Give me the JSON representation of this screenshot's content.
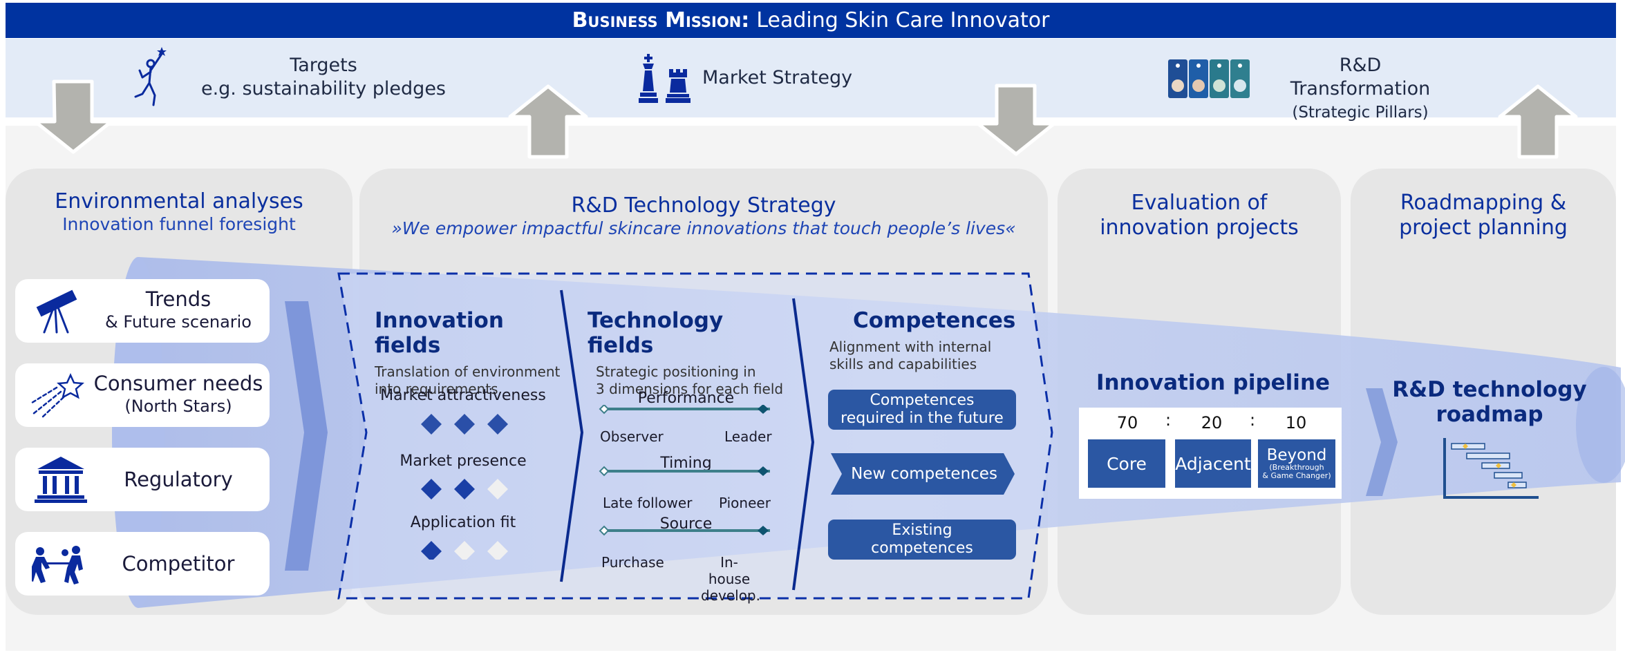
{
  "banner": {
    "title_strong": "Business Mission:",
    "title_rest": "Leading Skin Care Innovator"
  },
  "top": {
    "targets_line1": "Targets",
    "targets_line2": "e.g. sustainability pledges",
    "market_strategy": "Market Strategy",
    "rd_transformation": "R&D Transformation",
    "rd_transformation_sub": "(Strategic Pillars)"
  },
  "panels": {
    "env": {
      "title": "Environmental analyses",
      "subtitle": "Innovation funnel foresight"
    },
    "strategy": {
      "title": "R&D Technology Strategy",
      "quote": "»We empower impactful skincare innovations that touch people’s lives«"
    },
    "evaluation": {
      "title_line1": "Evaluation of",
      "title_line2": "innovation projects"
    },
    "roadmapping": {
      "title_line1": "Roadmapping &",
      "title_line2": "project planning"
    }
  },
  "env_cards": [
    {
      "label": "Trends",
      "sub": "& Future scenario",
      "icon": "telescope-icon"
    },
    {
      "label": "Consumer needs",
      "sub": "(North Stars)",
      "icon": "shooting-star-icon"
    },
    {
      "label": "Regulatory",
      "sub": "",
      "icon": "courthouse-icon"
    },
    {
      "label": "Competitor",
      "sub": "",
      "icon": "tug-of-war-icon"
    }
  ],
  "innovation_fields": {
    "title": "Innovation fields",
    "sub1": "Translation of environment",
    "sub2": "into requirements",
    "ratings": [
      {
        "label": "Market attractiveness",
        "filled": 3,
        "total": 3
      },
      {
        "label": "Market presence",
        "filled": 2,
        "total": 3
      },
      {
        "label": "Application fit",
        "filled": 1,
        "total": 3
      }
    ]
  },
  "technology_fields": {
    "title": "Technology fields",
    "sub1": "Strategic positioning in",
    "sub2": "3 dimensions for each field",
    "scales": [
      {
        "name": "Performance",
        "left": "Observer",
        "right": "Leader"
      },
      {
        "name": "Timing",
        "left": "Late follower",
        "right": "Pioneer"
      },
      {
        "name": "Source",
        "left": "Purchase",
        "right_line1": "In-house",
        "right_line2": "develop."
      }
    ]
  },
  "competences": {
    "title": "Competences",
    "sub1": "Alignment with internal",
    "sub2": "skills and capabilities",
    "future_line1": "Competences",
    "future_line2": "required in the future",
    "new": "New competences",
    "existing_line1": "Existing",
    "existing_line2": "competences"
  },
  "pipeline": {
    "title": "Innovation pipeline",
    "ratio": [
      "70",
      "20",
      "10"
    ],
    "separator": ":",
    "cells": [
      {
        "label": "Core",
        "sub": ""
      },
      {
        "label": "Adjacent",
        "sub": ""
      },
      {
        "label": "Beyond",
        "sub_line1": "(Breakthrough",
        "sub_line2": "& Game Changer)"
      }
    ]
  },
  "roadmap": {
    "title_line1": "R&D technology",
    "title_line2": "roadmap"
  },
  "colors": {
    "banner": "#0033a0",
    "top_band": "#e3ebf7",
    "panel": "#e6e6e6",
    "funnel": "#b4c3ec",
    "accent": "#0a2a7e",
    "button": "#2b57a3",
    "arrow": "#b3b3ae",
    "diamond_filled": "#1a3fa6",
    "diamond_empty": "#f0f0f0",
    "scale_line": "#3d7f8a"
  }
}
